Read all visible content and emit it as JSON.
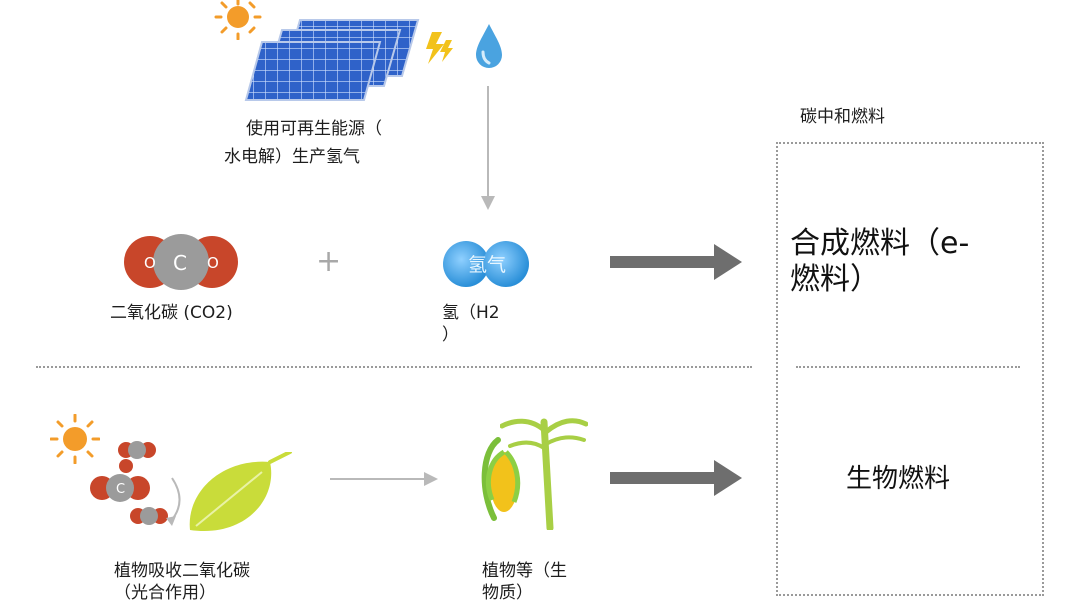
{
  "labels": {
    "renewable_hydrogen": [
      "使用可再生能源（",
      "水电解）生产氢气"
    ],
    "co2": "二氧化碳 (CO2)",
    "h2": [
      "氢（H2",
      "）"
    ],
    "h2_molecule": "氢气",
    "plus": "+",
    "carbon_neutral_fuel": "碳中和燃料",
    "synthetic_fuel": [
      "合成燃料（e-",
      "燃料）"
    ],
    "biofuel": "生物燃料",
    "photosynthesis": [
      "植物吸收二氧化碳",
      "（光合作用）"
    ],
    "biomass": [
      "植物等（生",
      "物质）"
    ],
    "co2_atoms": {
      "o": "O",
      "c": "C"
    }
  },
  "colors": {
    "oxygen": "#c8462a",
    "carbon": "#9b9b9b",
    "hydrogen": "#4aa3e0",
    "leaf": "#c9dc3a",
    "sun": "#f39c2a",
    "arrow_dark": "#6e6e6e",
    "arrow_light": "#b9b9b9",
    "panel_blue": "#2f62c9"
  },
  "icons": [
    "sun-icon",
    "solar-panel-icon",
    "lightning-icon",
    "water-drop-icon",
    "leaf-icon",
    "corn-icon",
    "bamboo-icon"
  ]
}
